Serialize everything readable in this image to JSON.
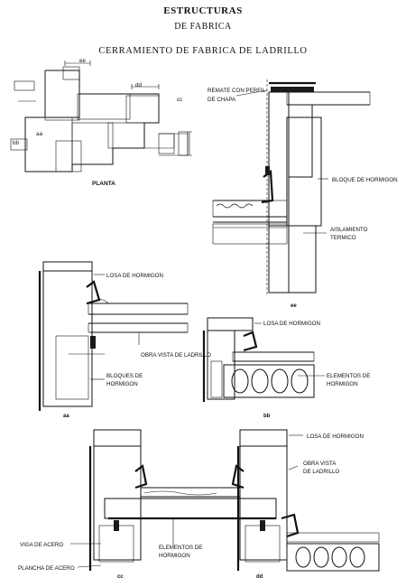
{
  "header": {
    "title": "ESTRUCTURAS",
    "subtitle": "DE FABRICA",
    "section_title": "CERRAMIENTO DE FABRICA DE LADRILLO"
  },
  "plan": {
    "caption": "PLANTA"
  },
  "detail_ee": {
    "labels": [
      "REMATE CON PERFIL",
      "DE CHAPA",
      "BLOQUE DE HORMIGON",
      "AISLAMIENTO",
      "TERMICO"
    ],
    "section_mark": "ee"
  },
  "detail_aa": {
    "labels": [
      "LOSA DE HORMIGON",
      "OBRA VISTA DE LADRILLO",
      "BLOQUES DE",
      "HORMIGON"
    ],
    "section_mark": "aa"
  },
  "detail_bb": {
    "labels": [
      "LOSA DE HORMIGON",
      "ELEMENTOS DE",
      "HORMIGON"
    ],
    "section_mark": "bb"
  },
  "detail_cc_dd": {
    "labels": [
      "LOSA DE HORMIGON",
      "OBRA VISTA",
      "DE LADRILLO",
      "VIGA DE ACERO",
      "ELEMENTOS DE",
      "HORMIGON",
      "PLANCHA DE ACERO"
    ],
    "section_marks": [
      "cc",
      "dd"
    ]
  }
}
